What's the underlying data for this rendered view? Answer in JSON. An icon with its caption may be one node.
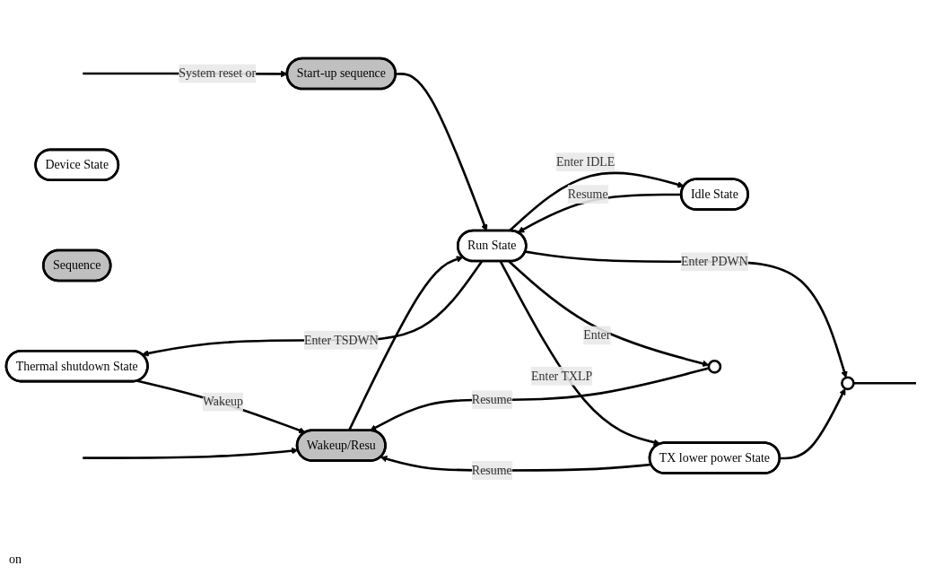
{
  "diagram": {
    "nodes": [
      {
        "text": [
          "Thermal shutdown State"
        ]
      },
      {
        "text": [
          "Idle State"
        ]
      },
      {
        "text": [
          "Start-up sequence"
        ]
      },
      {
        "text": [
          "Run State"
        ]
      },
      {
        "text": [
          "TX lower power State"
        ]
      },
      {
        "text": [],
        "shape": "circle"
      },
      {
        "text": [
          "Wakeup/Resu"
        ]
      },
      {
        "text": [],
        "shape": "circle"
      },
      {
        "text": [
          "Device State"
        ]
      },
      {
        "text": [
          "Sequence"
        ]
      }
    ],
    "edges": [
      {
        "from": 3,
        "to": 0,
        "arrow": "to",
        "label": "Enter TSDWN"
      },
      {
        "from": 3,
        "to": 1,
        "arrow": "to",
        "label": "Enter IDLE"
      },
      {
        "from": 1,
        "to": 3,
        "arrow": "to",
        "label": "Resume"
      },
      {
        "from": 0,
        "to": 6,
        "arrow": "to",
        "label": "Wakeup"
      },
      {
        "from": null,
        "to": 2,
        "arrow": "to",
        "label": "System reset or"
      },
      {
        "from": 2,
        "to": 3,
        "arrow": "to"
      },
      {
        "from": 6,
        "to": 3,
        "arrow": "to"
      },
      {
        "from": 3,
        "to": 4,
        "arrow": "to",
        "label": "Enter TXLP"
      },
      {
        "from": 3,
        "to": 5,
        "arrow": "to",
        "label": "Enter"
      },
      {
        "from": 3,
        "to": 7,
        "arrow": "to",
        "label": "Enter PDWN"
      },
      {
        "from": 5,
        "to": 6,
        "arrow": "to",
        "label": "Resume"
      },
      {
        "from": 4,
        "to": 7,
        "arrow": "to"
      },
      {
        "from": null,
        "to": 6,
        "arrow": "to"
      },
      {
        "from": 7,
        "to": null,
        "arrow": "none"
      },
      {
        "from": 4,
        "to": 6,
        "arrow": "to",
        "label": "Resume"
      }
    ],
    "labels": [
      "on"
    ]
  }
}
